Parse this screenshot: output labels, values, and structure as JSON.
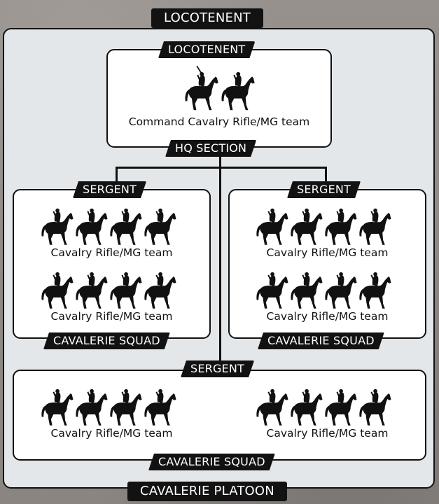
{
  "platoon_label": "CAVALERIE PLATOON",
  "hq": {
    "rank": "LOCOTENENT",
    "box_rank": "LOCOTENENT",
    "team": "Command Cavalry Rifle/MG team",
    "section": "HQ SECTION"
  },
  "squad_left": {
    "rank": "SERGENT",
    "teams": [
      "Cavalry Rifle/MG team",
      "Cavalry Rifle/MG team"
    ],
    "label": "CAVALERIE SQUAD"
  },
  "squad_right": {
    "rank": "SERGENT",
    "teams": [
      "Cavalry Rifle/MG team",
      "Cavalry Rifle/MG team"
    ],
    "label": "CAVALERIE SQUAD"
  },
  "squad_bottom": {
    "rank": "SERGENT",
    "teams": [
      "Cavalry Rifle/MG team",
      "Cavalry Rifle/MG team"
    ],
    "label": "CAVALERIE SQUAD"
  },
  "icons": {
    "rider": "cavalry-rider-icon",
    "officer": "officer-rider-icon"
  },
  "colors": {
    "ink": "#111111",
    "panel": "#e4e7e9",
    "paper": "#ffffff",
    "background": "#8f8a86"
  }
}
